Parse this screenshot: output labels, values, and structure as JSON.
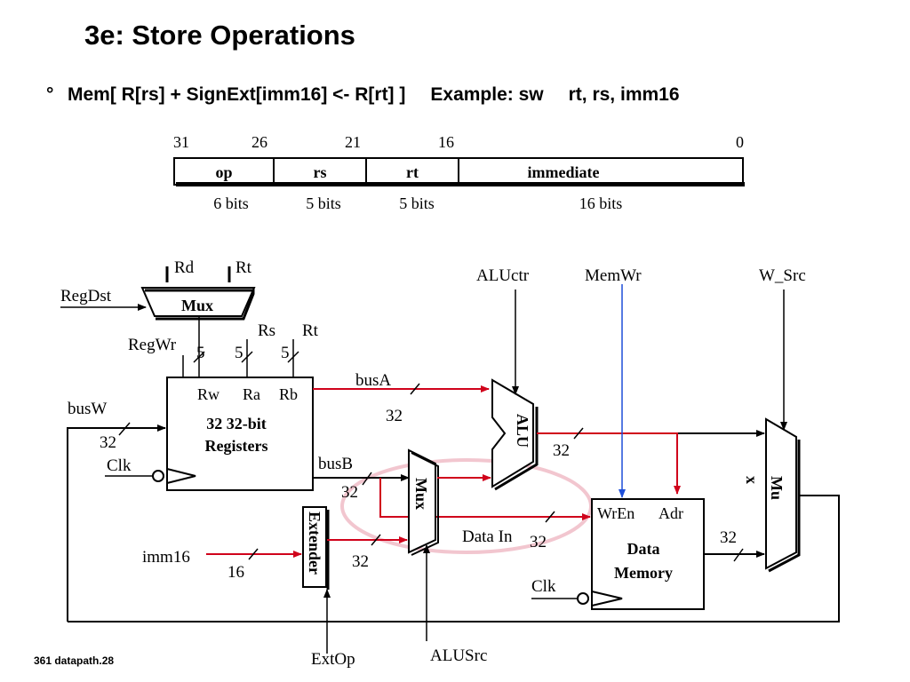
{
  "slide": {
    "title": "3e: Store Operations",
    "bullet": "°",
    "rtl_statement": "Mem[ R[rs] + SignExt[imm16] <- R[rt] ]",
    "example_label": "Example: sw",
    "example_operands": "rt, rs, imm16",
    "footer": "361 datapath.28"
  },
  "format": {
    "bit_positions": [
      "31",
      "26",
      "21",
      "16",
      "0"
    ],
    "fields": [
      {
        "name": "op",
        "width": "6 bits"
      },
      {
        "name": "rs",
        "width": "5 bits"
      },
      {
        "name": "rt",
        "width": "5 bits"
      },
      {
        "name": "immediate",
        "width": "16 bits"
      }
    ]
  },
  "datapath": {
    "dest_mux": {
      "label": "Mux",
      "input_left": "Rd",
      "input_right": "Rt",
      "control": "RegDst"
    },
    "register_file": {
      "line1": "32 32-bit",
      "line2": "Registers",
      "ports": [
        "Rw",
        "Ra",
        "Rb"
      ],
      "write_enable": "RegWr",
      "read_inputs": [
        "Rs",
        "Rt"
      ],
      "port_widths": [
        "5",
        "5",
        "5"
      ],
      "clock": "Clk"
    },
    "bus_w": {
      "label": "busW",
      "width": "32"
    },
    "bus_a": {
      "label": "busA",
      "width": "32"
    },
    "bus_b": {
      "label": "busB",
      "width": "32"
    },
    "extender": {
      "label": "Extender",
      "input": "imm16",
      "input_width": "16",
      "output_width": "32",
      "control": "ExtOp"
    },
    "alu_src_mux": {
      "label": "Mux",
      "control": "ALUSrc"
    },
    "alu": {
      "label": "ALU",
      "control": "ALUctr",
      "output_width": "32"
    },
    "data_memory": {
      "line1": "Data",
      "line2": "Memory",
      "write_enable": "WrEn",
      "address": "Adr",
      "data_in": "Data In",
      "data_in_width": "32",
      "output_width": "32",
      "clock": "Clk",
      "control": "MemWr"
    },
    "wb_mux": {
      "label_line1": "Mu",
      "label_line2": "x",
      "control": "W_Src"
    },
    "colors": {
      "wire": "#000000",
      "highlight_path": "#d0021b",
      "memwr_signal": "#1f4fd8",
      "focus_ellipse": "#f2c6cf"
    }
  }
}
